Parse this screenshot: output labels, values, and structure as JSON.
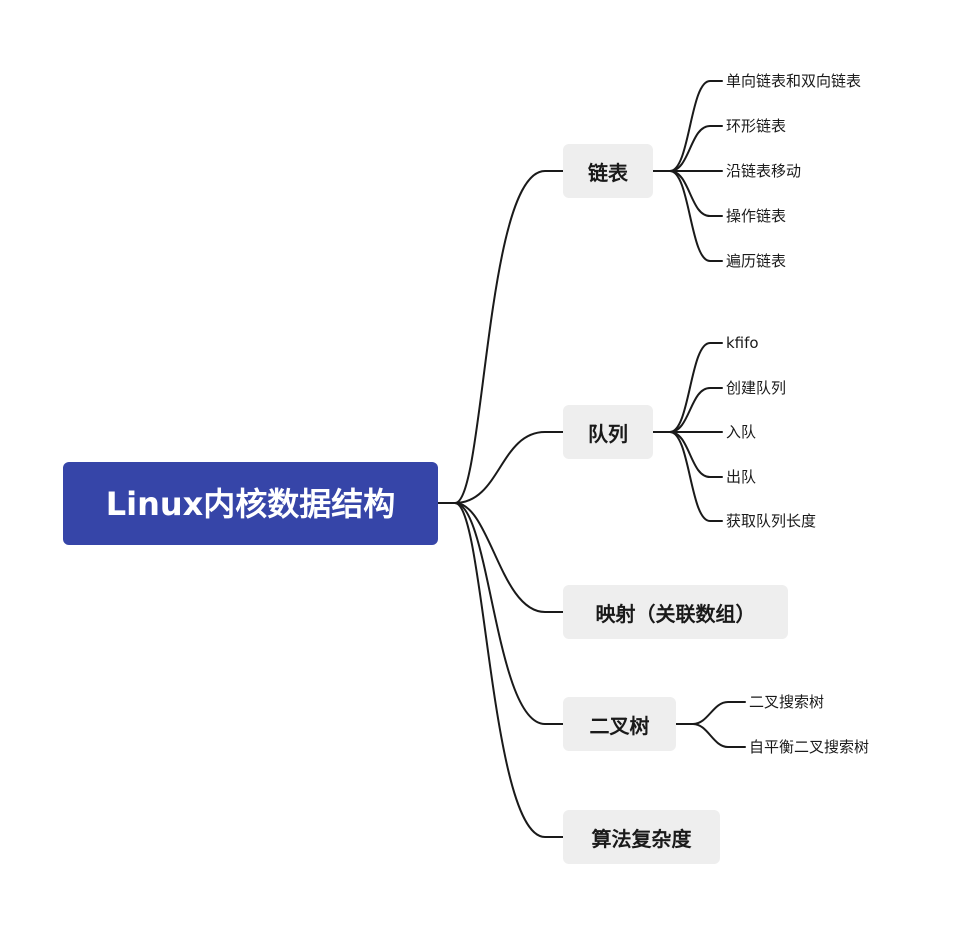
{
  "root": {
    "label": "Linux内核数据结构"
  },
  "branches": [
    {
      "label": "链表",
      "children": [
        "单向链表和双向链表",
        "环形链表",
        "沿链表移动",
        "操作链表",
        "遍历链表"
      ]
    },
    {
      "label": "队列",
      "children": [
        "kfifo",
        "创建队列",
        "入队",
        "出队",
        "获取队列长度"
      ]
    },
    {
      "label": "映射（关联数组）",
      "children": []
    },
    {
      "label": "二叉树",
      "children": [
        "二叉搜索树",
        "自平衡二叉搜索树"
      ]
    },
    {
      "label": "算法复杂度",
      "children": []
    }
  ],
  "colors": {
    "root_fill": "#3645a8",
    "root_text": "#ffffff",
    "branch_fill": "#eeeeee",
    "line": "#1a1a1a"
  }
}
